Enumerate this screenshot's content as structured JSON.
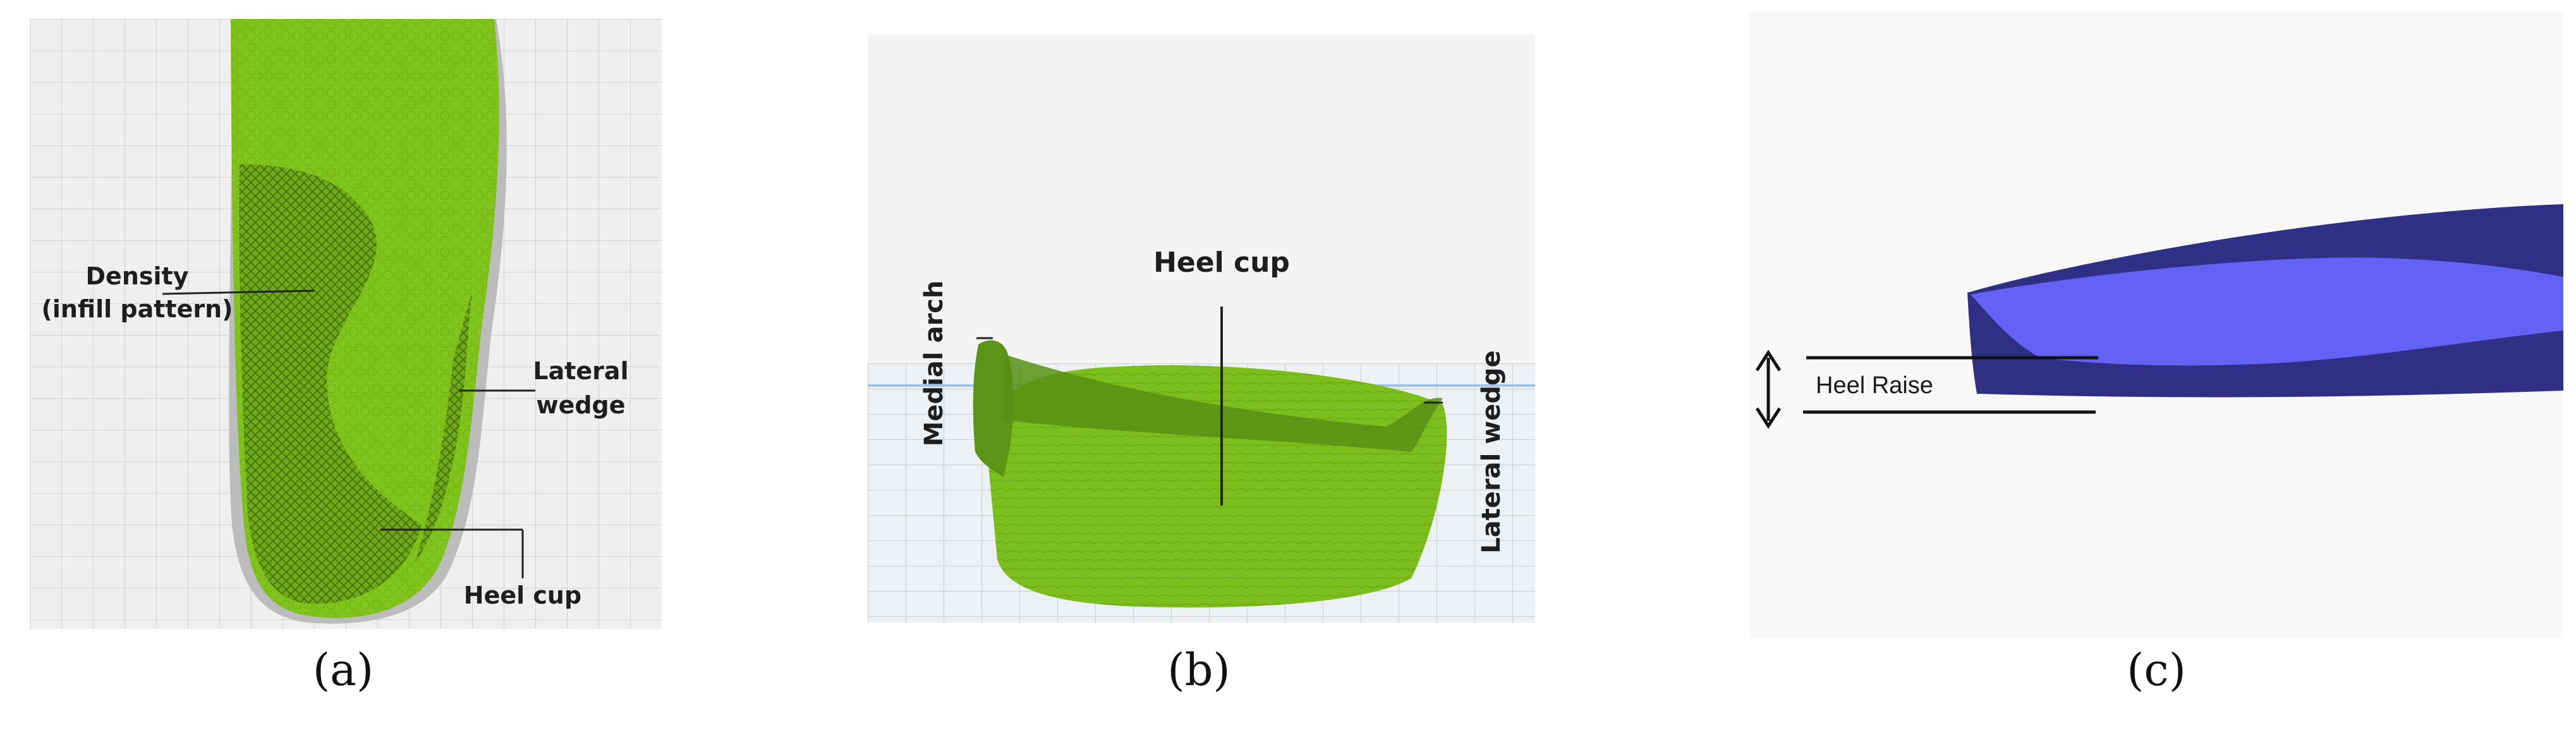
{
  "panels": {
    "a": {
      "caption": "(a)",
      "labels": {
        "density_line1": "Density",
        "density_line2": "(infill pattern)",
        "lateral_line1": "Lateral",
        "lateral_line2": "wedge",
        "heel_cup": "Heel cup"
      },
      "colors": {
        "insole": "#7fc21a",
        "grid_bg": "#efefef",
        "shadow": "#b9b9b9"
      }
    },
    "b": {
      "caption": "(b)",
      "labels": {
        "heel_cup": "Heel cup",
        "medial_arch": "Medial arch",
        "lateral_wedge": "Lateral wedge"
      },
      "colors": {
        "model": "#7cbf1c",
        "model_dark": "#4f8a12",
        "bed": "#eef1f3",
        "horizon": "#9fc4e6"
      }
    },
    "c": {
      "caption": "(c)",
      "labels": {
        "heel_raise": "Heel Raise"
      },
      "colors": {
        "outer": "#2f2f86",
        "inner": "#6461f5",
        "background": "#f8f8f8"
      }
    }
  }
}
